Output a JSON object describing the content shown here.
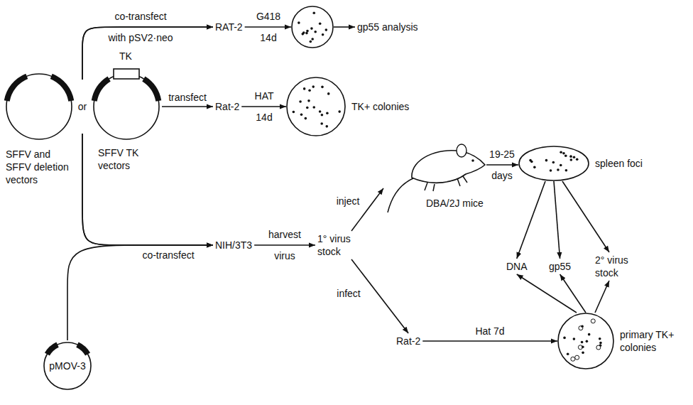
{
  "diagram": {
    "nodes": [
      {
        "text": [
          "SFFV and SFFV deletion vectors"
        ]
      },
      {
        "text": [
          "TK",
          "SFFV TK vectors"
        ]
      },
      {
        "text": [
          "pMOV-3"
        ]
      },
      {
        "text": [
          "RAT-2"
        ]
      },
      {
        "text": []
      },
      {
        "text": [
          "gp55 analysis"
        ]
      },
      {
        "text": [
          "Rat-2"
        ]
      },
      {
        "text": [
          "TK+ colonies"
        ]
      },
      {
        "text": [
          "NIH/3T3"
        ]
      },
      {
        "text": [
          "1° virus stock"
        ]
      },
      {
        "text": [
          "DBA/2J mice"
        ]
      },
      {
        "text": [
          "spleen foci"
        ]
      },
      {
        "text": [
          "Rat-2"
        ]
      },
      {
        "text": [
          "primary TK+ colonies"
        ]
      },
      {
        "text": [
          "DNA"
        ]
      },
      {
        "text": [
          "gp55"
        ]
      },
      {
        "text": [
          "2° virus stock"
        ]
      }
    ],
    "edges": [
      {
        "from": 0,
        "to": 3,
        "arrow": "to",
        "label": "co-transfect with pSV2·neo"
      },
      {
        "from": 1,
        "to": 3,
        "arrow": "to"
      },
      {
        "from": 1,
        "to": 6,
        "arrow": "to",
        "label": "transfect"
      },
      {
        "from": 0,
        "to": 8,
        "arrow": "to"
      },
      {
        "from": 1,
        "to": 8,
        "arrow": "to"
      },
      {
        "from": 2,
        "to": 8,
        "arrow": "to",
        "label": "co-transfect"
      },
      {
        "from": 3,
        "to": 4,
        "arrow": "to",
        "label": "G418 14d"
      },
      {
        "from": 4,
        "to": 5,
        "arrow": "to"
      },
      {
        "from": 6,
        "to": 7,
        "arrow": "to",
        "label": "HAT 14d"
      },
      {
        "from": 8,
        "to": 9,
        "arrow": "to",
        "label": "harvest virus"
      },
      {
        "from": 9,
        "to": 10,
        "arrow": "to",
        "label": "inject"
      },
      {
        "from": 9,
        "to": 12,
        "arrow": "to",
        "label": "infect"
      },
      {
        "from": 10,
        "to": 11,
        "arrow": "to",
        "label": "19-25 days"
      },
      {
        "from": 11,
        "to": 14,
        "arrow": "to"
      },
      {
        "from": 11,
        "to": 15,
        "arrow": "to"
      },
      {
        "from": 11,
        "to": 16,
        "arrow": "to"
      },
      {
        "from": 12,
        "to": 13,
        "arrow": "to",
        "label": "Hat 7d"
      },
      {
        "from": 13,
        "to": 14,
        "arrow": "to"
      },
      {
        "from": 13,
        "to": 15,
        "arrow": "to"
      },
      {
        "from": 13,
        "to": 16,
        "arrow": "to"
      }
    ],
    "labels": [
      "or"
    ]
  }
}
